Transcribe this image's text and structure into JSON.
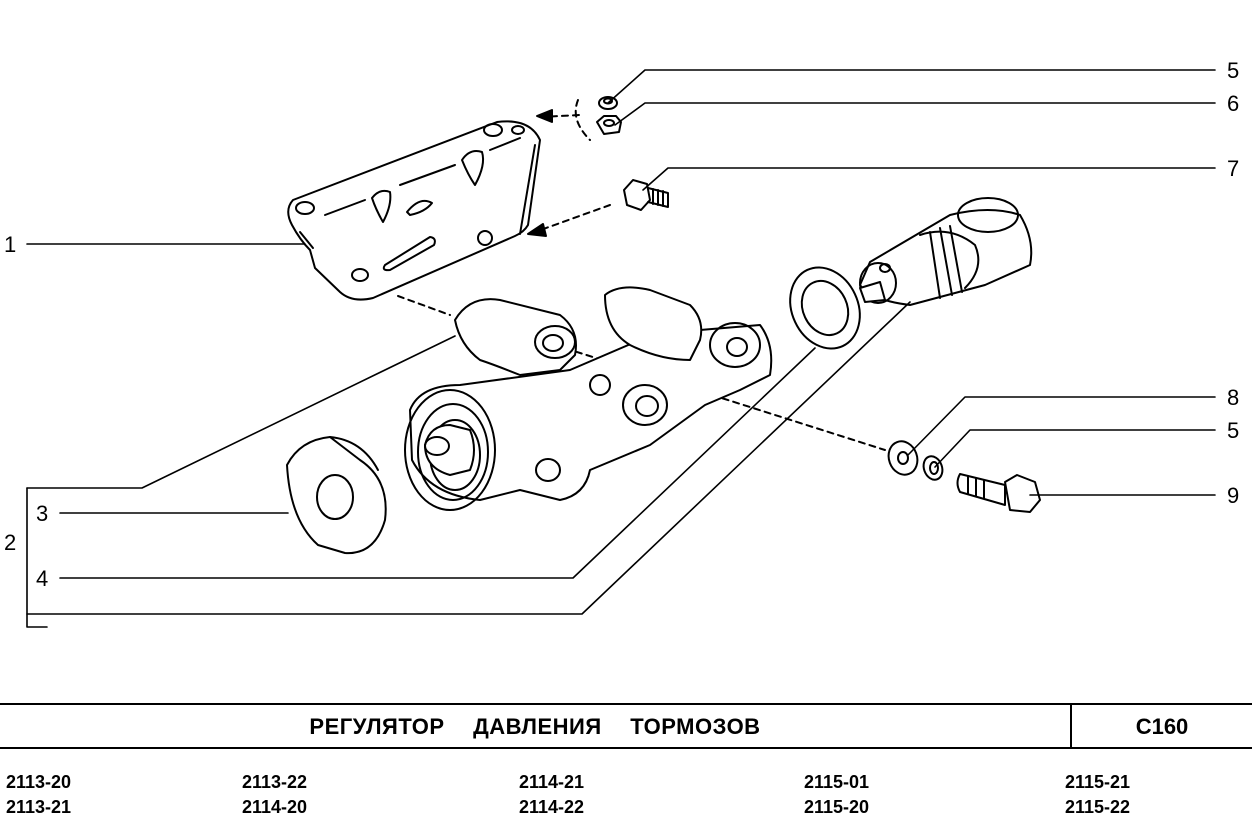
{
  "diagram": {
    "callouts": [
      "1",
      "2",
      "3",
      "4",
      "5",
      "6",
      "7",
      "8",
      "5",
      "9"
    ]
  },
  "title_block": {
    "title": "РЕГУЛЯТОР ДАВЛЕНИЯ ТОРМОЗОВ",
    "code": "С160"
  },
  "models": [
    [
      "2113-20",
      "2113-21"
    ],
    [
      "2113-22",
      "2114-20"
    ],
    [
      "2114-21",
      "2114-22"
    ],
    [
      "2115-01",
      "2115-20"
    ],
    [
      "2115-21",
      "2115-22"
    ]
  ]
}
